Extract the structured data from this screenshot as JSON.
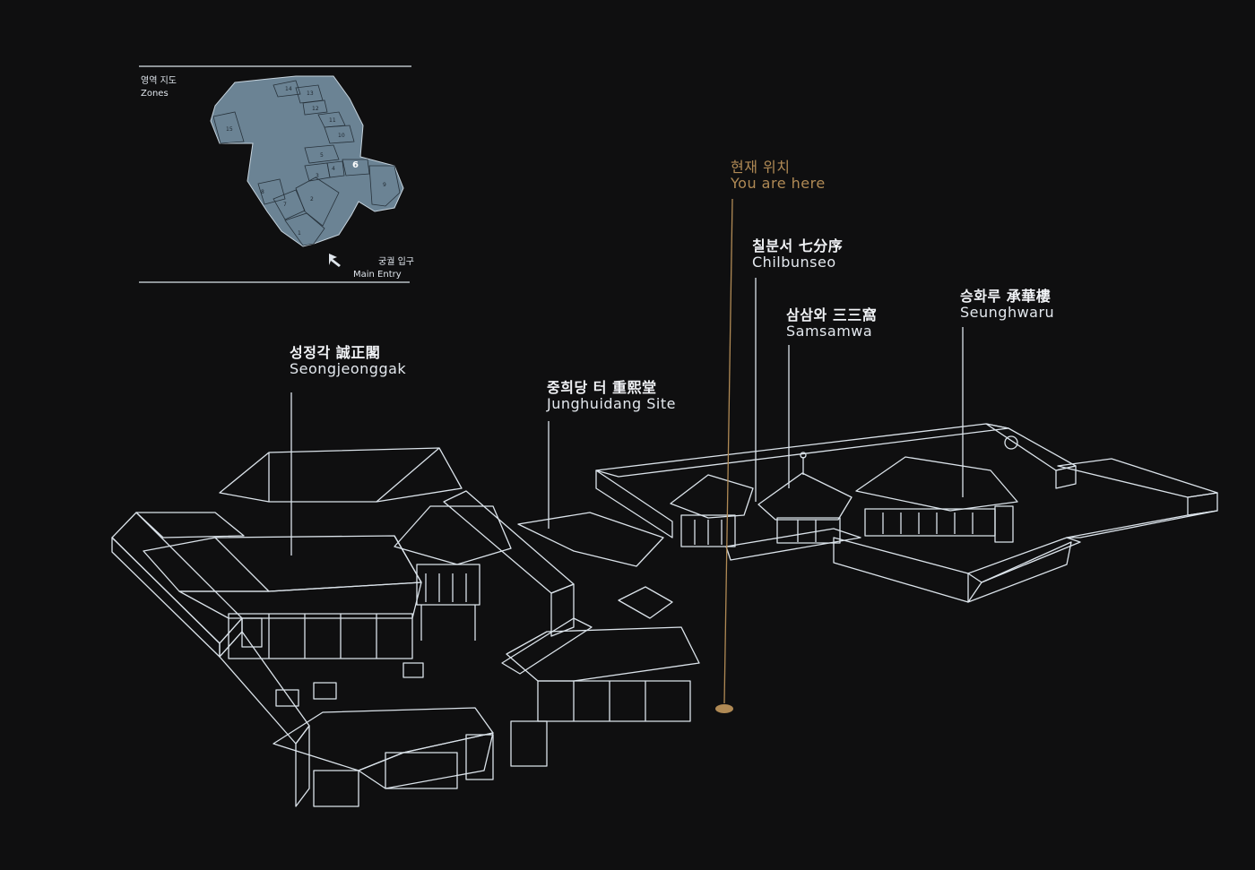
{
  "inset": {
    "title_ko": "영역 지도",
    "title_en": "Zones",
    "entry_ko": "궁궐 입구",
    "entry_en": "Main Entry",
    "current_zone": "6",
    "zones": [
      "1",
      "2",
      "3",
      "4",
      "5",
      "7",
      "8",
      "9",
      "10",
      "11",
      "12",
      "13",
      "14",
      "15"
    ]
  },
  "you_are_here": {
    "ko": "현재 위치",
    "en": "You are here"
  },
  "buildings": [
    {
      "ko": "성정각 誠正閣",
      "en": "Seongjeonggak"
    },
    {
      "ko": "중희당 터 重熙堂",
      "en": "Junghuidang Site"
    },
    {
      "ko": "칠분서 七分序",
      "en": "Chilbunseo"
    },
    {
      "ko": "삼삼와 三三窩",
      "en": "Samsamwa"
    },
    {
      "ko": "승화루 承華樓",
      "en": "Seunghwaru"
    }
  ],
  "colors": {
    "background": "#0f0f10",
    "line": "#dbe3ea",
    "marker": "#b08a55",
    "zone_fill": "#6b8394"
  }
}
